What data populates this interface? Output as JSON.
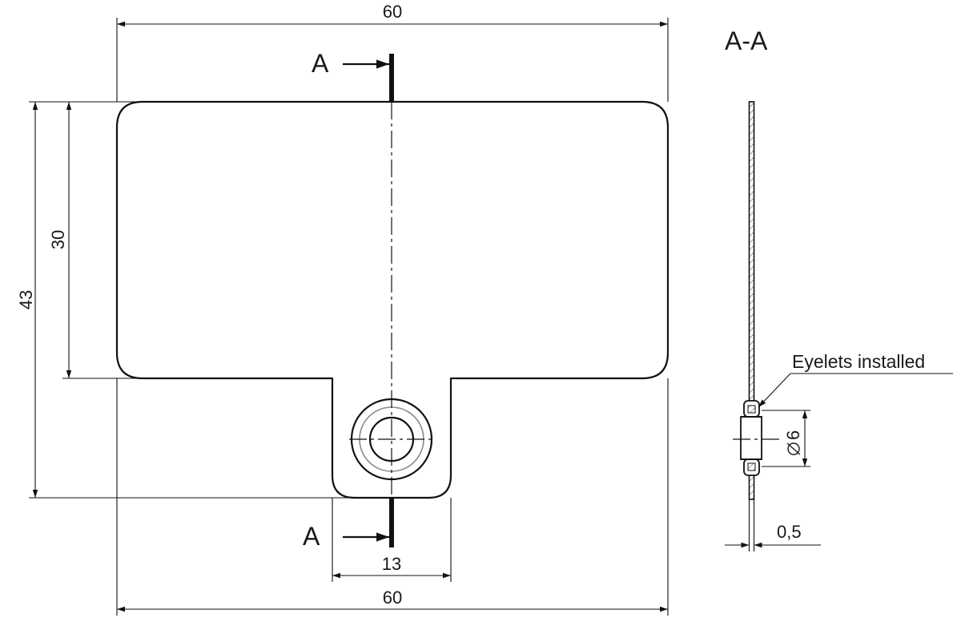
{
  "dimensions": {
    "top_width": "60",
    "bottom_width": "60",
    "total_height": "43",
    "label_height": "30",
    "tab_width": "13",
    "eyelet_diameter": "6",
    "thickness": "0,5"
  },
  "section": {
    "marker_top": "A",
    "marker_bottom": "A",
    "title": "A-A"
  },
  "annotations": {
    "eyelets": "Eyelets installed"
  }
}
